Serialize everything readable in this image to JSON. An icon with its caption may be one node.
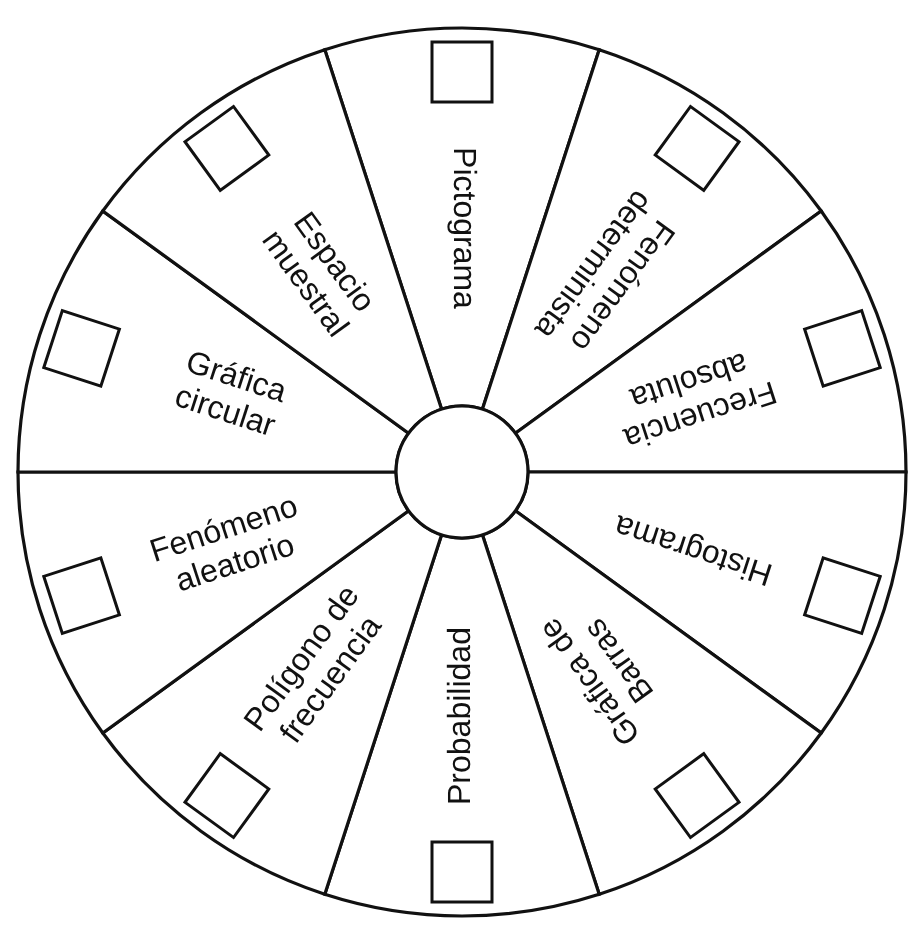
{
  "diagram": {
    "nodes": [
      {
        "text": [
          "Pictograma"
        ]
      },
      {
        "text": [
          "Fenómeno determinista"
        ]
      },
      {
        "text": [
          "Frecuencia absoluta"
        ]
      },
      {
        "text": [
          "Histograma"
        ]
      },
      {
        "text": [
          "Gráfica de Barras"
        ]
      },
      {
        "text": [
          "Probabilidad"
        ]
      },
      {
        "text": [
          "Polígono de frecuencia"
        ]
      },
      {
        "text": [
          "Fenómeno aleatorio"
        ]
      },
      {
        "text": [
          "Gráfica circular"
        ]
      },
      {
        "text": [
          "Espacio muestral"
        ]
      }
    ]
  }
}
